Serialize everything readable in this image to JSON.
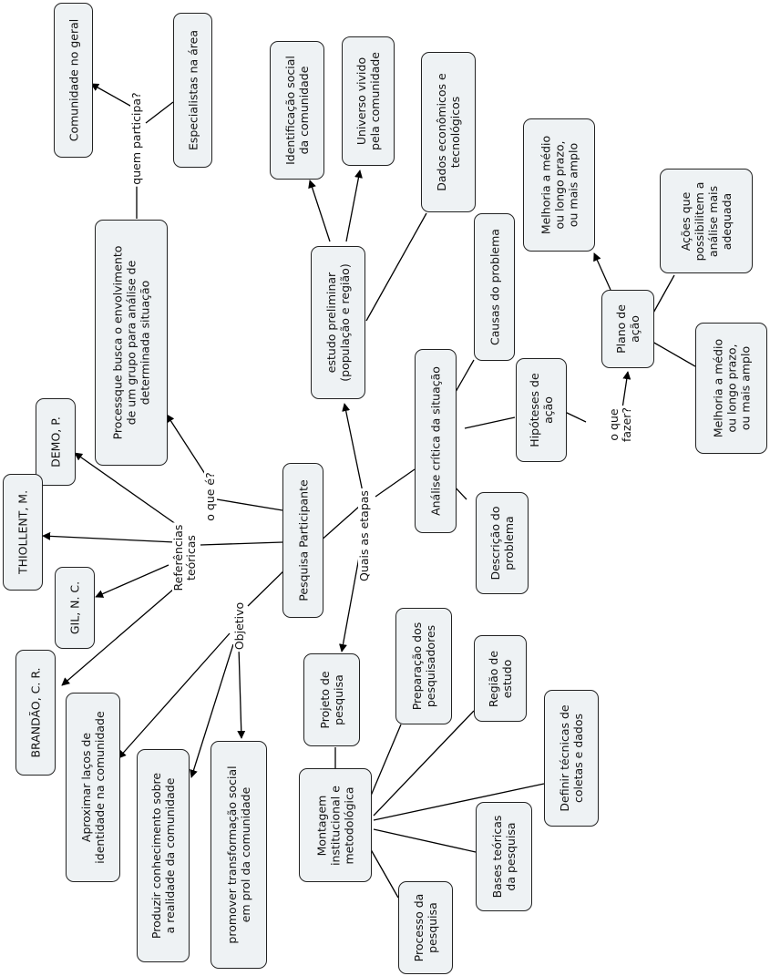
{
  "nodes": {
    "pesquisa_participante": "Pesquisa Participante",
    "processo_definicao": "Processque busca o envolvimento\nde um grupo para análise de\ndeterminada situação",
    "comunidade_geral": "Comunidade no geral",
    "especialistas": "Especialistas na área",
    "estudo_preliminar": "estudo preliminar\n(população e região)",
    "identificacao_social": "Identificação social\nda comunidade",
    "universo_vivido": "Universo vivido\npela comunidade",
    "dados_economicos": "Dados econômicos e\ntecnológicos",
    "analise_critica": "Análise crítica da situação",
    "causas_problema": "Causas do problema",
    "descricao_problema": "Descrição do\nproblema",
    "hipoteses_acao": "Hipóteses de\nação",
    "plano_acao": "Plano de\nação",
    "melhoria_1": "Melhoria a médio\nou longo prazo,\nou mais amplo",
    "acoes_possibilitem": "Ações que\npossibilitem a\nanálise mais\nadequada",
    "melhoria_2": "Melhoria a médio\nou longo prazo,\nou mais amplo",
    "projeto_pesquisa": "Projeto de\npesquisa",
    "montagem": "Montagem\ninstitucional e\nmetodológica",
    "preparacao": "Preparação dos\npesquisadores",
    "regiao_estudo": "Região de\nestudo",
    "tecnicas_coleta": "Definir técnicas de\ncoletas e dados",
    "bases_teoricas": "Bases teóricas\nda pesquisa",
    "processo_pesquisa": "Processo da\npesquisa",
    "demo": "DEMO, P.",
    "thiollent": "THIOLLENT, M.",
    "gil": "GIL, N. C.",
    "brandao": "BRANDÃO, C. R.",
    "aproximar": "Aproximar laços de\nidentidade na comunidade",
    "produzir": "Produzir conhecimento sobre\na realidade da comunidade",
    "promover": "promover transformação social\nem prol da comunidade"
  },
  "links": {
    "quem_participa": "quem participa?",
    "o_que_e": "o que é?",
    "quais_etapas": "Quais as etapas",
    "o_que_fazer": "o que\nfazer?",
    "referencias": "Referências\nteóricas",
    "objetivo": "Objetivo"
  }
}
